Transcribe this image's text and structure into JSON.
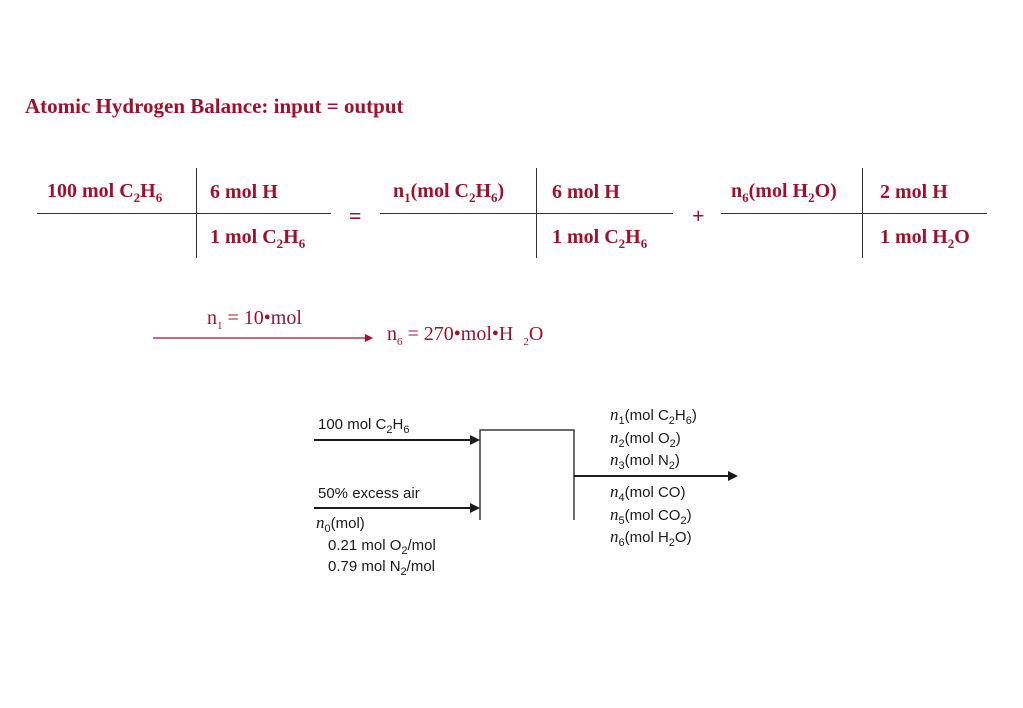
{
  "title": "Atomic Hydrogen Balance: input = output",
  "balance": {
    "left": {
      "num1": {
        "a": "100 mol C",
        "s1": "2",
        "b": "H",
        "s2": "6"
      },
      "num2": "6 mol H",
      "den2": {
        "a": "1 mol C",
        "s1": "2",
        "b": "H",
        "s2": "6"
      }
    },
    "equals": "=",
    "mid": {
      "num1": {
        "a": "n",
        "s0": "1",
        "b": "(mol C",
        "s1": "2",
        "c": "H",
        "s2": "6",
        "d": ")"
      },
      "num2": "6 mol H",
      "den2": {
        "a": "1 mol C",
        "s1": "2",
        "b": "H",
        "s2": "6"
      }
    },
    "plus": "+",
    "right": {
      "num1": {
        "a": "n",
        "s0": "6",
        "b": "(mol H",
        "s1": "2",
        "c": "O)"
      },
      "num2": "2 mol H",
      "den2": {
        "a": "1 mol H",
        "s1": "2",
        "b": "O"
      }
    }
  },
  "result": {
    "given": {
      "a": "n",
      "s": "1",
      "b": " = 10•mol"
    },
    "answer": {
      "a": "n",
      "s": "6",
      "b": " = 270•mol•H",
      "s2": "2",
      "c": "O"
    }
  },
  "diagram": {
    "inputs": {
      "ethane": {
        "a": "100 mol C",
        "s1": "2",
        "b": "H",
        "s2": "6"
      },
      "air_label": "50% excess air",
      "air_n": {
        "a": "n",
        "s": "0",
        "b": "(mol)"
      },
      "o2": {
        "a": "0.21 mol O",
        "s": "2",
        "b": "/mol"
      },
      "n2": {
        "a": "0.79 mol N",
        "s": "2",
        "b": "/mol"
      }
    },
    "outputs": [
      {
        "n": "n",
        "s": "1",
        "pre": "(mol C",
        "s1": "2",
        "mid": "H",
        "s2": "6",
        "post": ")"
      },
      {
        "n": "n",
        "s": "2",
        "pre": "(mol O",
        "s1": "2",
        "mid": "",
        "s2": "",
        "post": ")"
      },
      {
        "n": "n",
        "s": "3",
        "pre": "(mol N",
        "s1": "2",
        "mid": "",
        "s2": "",
        "post": ")"
      },
      {
        "n": "n",
        "s": "4",
        "pre": "(mol CO)",
        "s1": "",
        "mid": "",
        "s2": "",
        "post": ""
      },
      {
        "n": "n",
        "s": "5",
        "pre": "(mol CO",
        "s1": "2",
        "mid": "",
        "s2": "",
        "post": ")"
      },
      {
        "n": "n",
        "s": "6",
        "pre": "(mol H",
        "s1": "2",
        "mid": "O)",
        "s2": "",
        "post": ""
      }
    ]
  },
  "colors": {
    "accent": "#a0102c",
    "lines": "#333333",
    "diagram_text": "#1a1a1a"
  }
}
